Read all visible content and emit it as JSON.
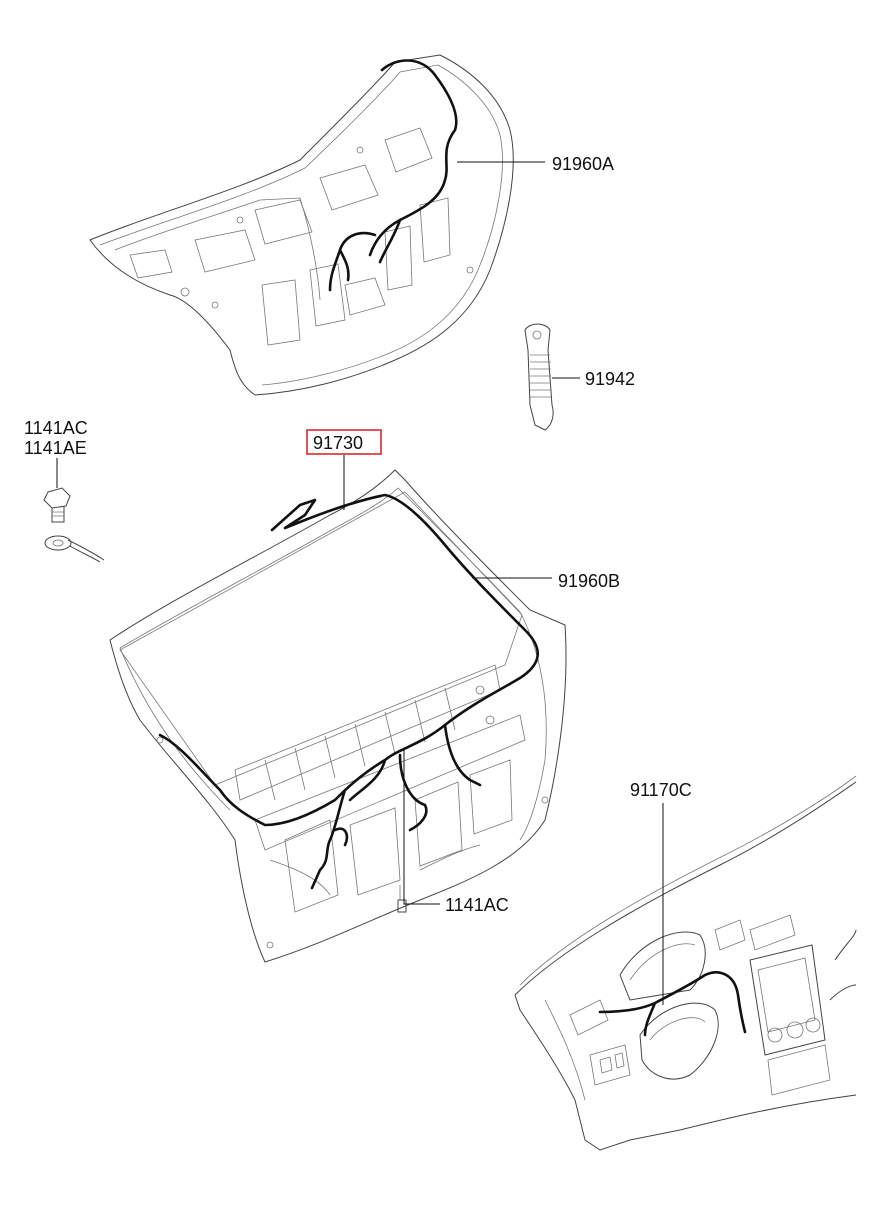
{
  "diagram": {
    "highlight_color": "#e0262a",
    "labels": {
      "p91960A": "91960A",
      "p91942": "91942",
      "p1141AC_top": "1141AC",
      "p1141AE": "1141AE",
      "p91730": "91730",
      "p91960B": "91960B",
      "p1141AC_bottom": "1141AC",
      "p91170C": "91170C"
    },
    "highlighted_part": "91730"
  }
}
